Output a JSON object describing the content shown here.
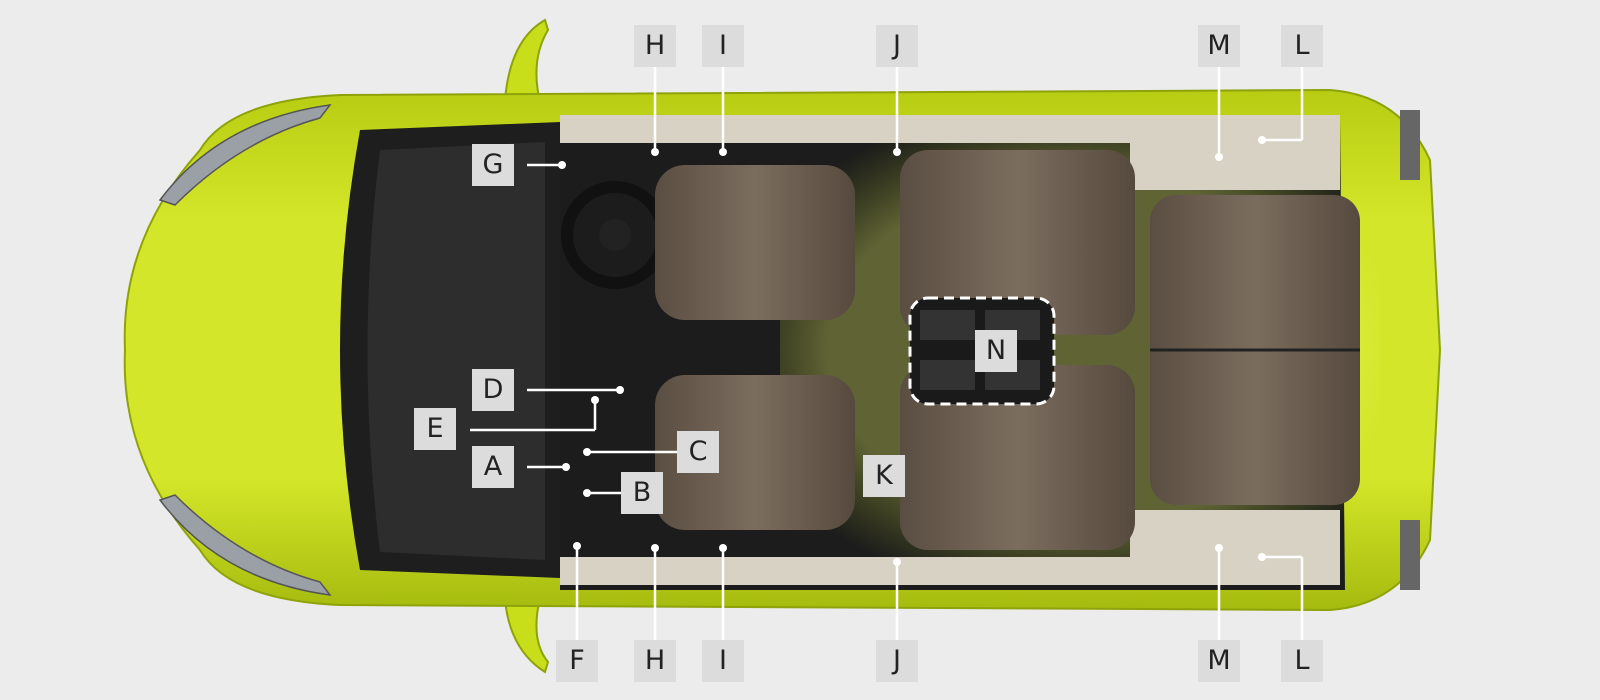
{
  "labels": {
    "A": "A",
    "B": "B",
    "C": "C",
    "D": "D",
    "E": "E",
    "F": "F",
    "G": "G",
    "H": "H",
    "I": "I",
    "J": "J",
    "K": "K",
    "L": "L",
    "M": "M",
    "N": "N"
  },
  "colors": {
    "background": "#ececec",
    "body": "#c8de1a",
    "body_shade": "#9fb50c",
    "interior_dark": "#1c1c1c",
    "seat": "#6a5d4f",
    "trim": "#d8d2c4",
    "label_bg": "#dcdcdc"
  }
}
